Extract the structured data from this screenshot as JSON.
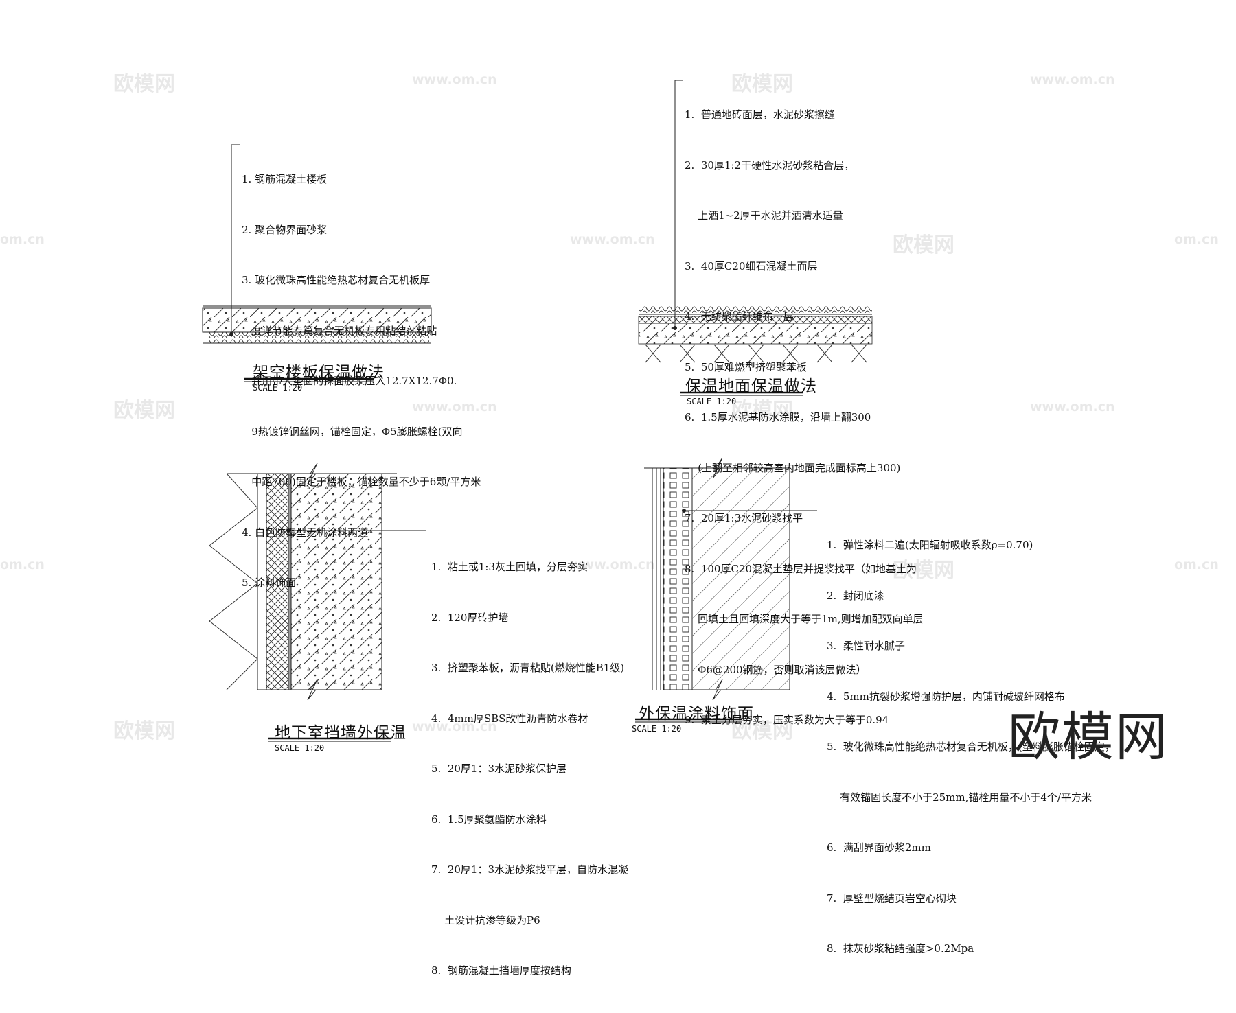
{
  "details": [
    {
      "title": "架空楼板保温做法",
      "scale": "SCALE 1:20",
      "notes": [
        "1. 钢筋混凝土楼板",
        "2. 聚合物界面砂浆",
        "3. 玻化微珠高性能绝热芯材复合无机板厚",
        "   度详节能专篇复合无机板专用粘结剂粘贴",
        "   并用带大垫圈的抹面胶浆压入12.7X12.7Φ0.",
        "   9热镀锌钢丝网，锚栓固定，Φ5膨胀螺栓(双向",
        "   中距700)固定于楼板，锚栓数量不少于6颗/平方米",
        "4. 白色防霉型无机涂料两道",
        "5. 涂料饰面"
      ]
    },
    {
      "title": "保温地面保温做法",
      "scale": "SCALE 1:20",
      "notes": [
        "1.  普通地砖面层，水泥砂浆擦缝",
        "2.  30厚1:2干硬性水泥砂浆粘合层，",
        "    上洒1~2厚干水泥并洒清水适量",
        "3.  40厚C20细石混凝土面层",
        "4.  无纺聚酯纤维布一层",
        "5.  50厚难燃型挤塑聚苯板",
        "6.  1.5厚水泥基防水涂膜，沿墙上翻300",
        "    (上翻至相邻较高室内地面完成面标高上300)",
        "7.  20厚1:3水泥砂浆找平",
        "8.  100厚C20混凝土垫层并提浆找平（如地基土为",
        "    回填土且回填深度大于等于1m,则增加配双向单层",
        "    Φ6@200钢筋，否则取消该层做法）",
        "9.  素土分层夯实，压实系数为大于等于0.94"
      ]
    },
    {
      "title": "地下室挡墙外保温",
      "scale": "SCALE 1:20",
      "notes": [
        "1.  粘土或1:3灰土回填，分层夯实",
        "2.  120厚砖护墙",
        "3.  挤塑聚苯板，沥青粘贴(燃烧性能B1级)",
        "4.  4mm厚SBS改性沥青防水卷材",
        "5.  20厚1：3水泥砂浆保护层",
        "6.  1.5厚聚氨酯防水涂料",
        "7.  20厚1：3水泥砂浆找平层，自防水混凝",
        "    土设计抗渗等级为P6",
        "8.  钢筋混凝土挡墙厚度按结构"
      ]
    },
    {
      "title": "外保温涂料饰面",
      "scale": "SCALE 1:20",
      "notes": [
        "1.  弹性涂料二遍(太阳辐射吸收系数ρ=0.70)",
        "2.  封闭底漆",
        "3.  柔性耐水腻子",
        "4.  5mm抗裂砂浆增强防护层，内铺耐碱玻纤网格布",
        "5.  玻化微珠高性能绝热芯材复合无机板，(塑料膨胀锚栓固定，",
        "    有效锚固长度不小于25mm,锚栓用量不小于4个/平方米",
        "6.  满刮界面砂浆2mm",
        "7.  厚壁型烧结页岩空心砌块",
        "8.  抹灰砂浆粘结强度>0.2Mpa"
      ]
    }
  ],
  "watermark": {
    "brand": "欧模网",
    "url": "www.om.cn",
    "url_partial": "om.cn"
  },
  "logo_text": "欧模网"
}
